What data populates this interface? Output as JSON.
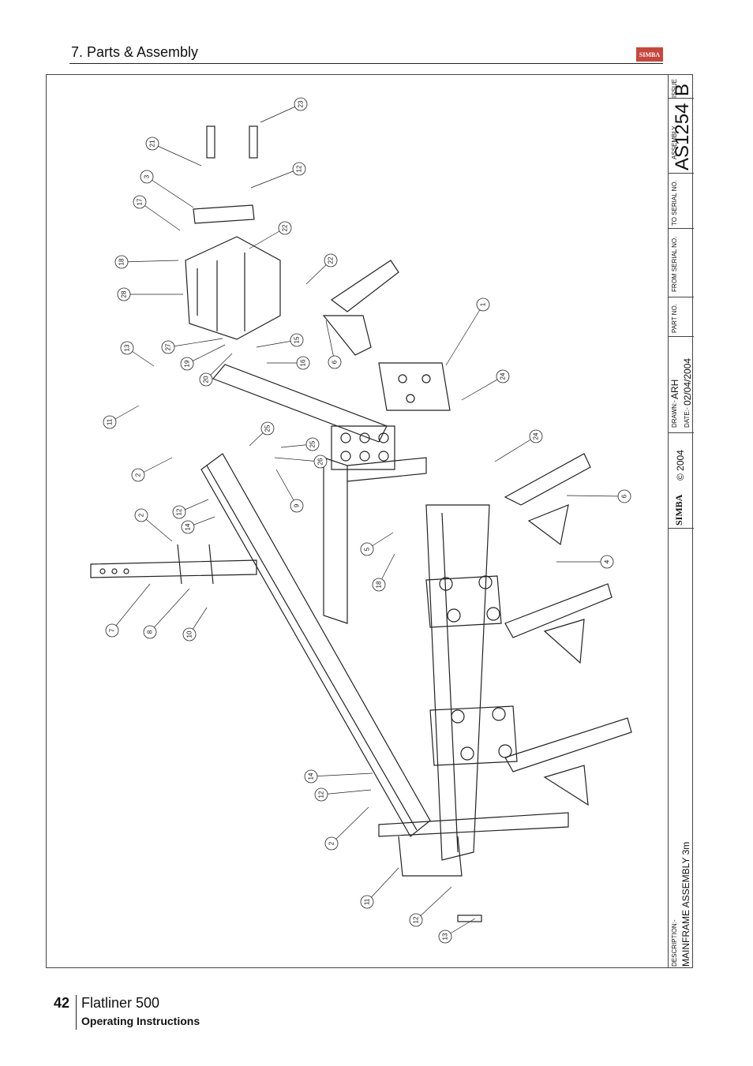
{
  "header": {
    "section_title": "7. Parts & Assembly",
    "logo_text": "SIMBA"
  },
  "title_block": {
    "issue_label": "ISSUE",
    "issue_value": "B",
    "assembly_label": "ASSEMBLY",
    "assembly_value": "AS1254",
    "to_serial_label": "TO SERIAL NO.",
    "from_serial_label": "FROM SERIAL NO.",
    "part_no_label": "PART NO.",
    "drawn_label": "DRAWN:-",
    "drawn_value": "ARH",
    "date_label": "DATE:-",
    "date_value": "02/04/2004",
    "logo_text": "SIMBA",
    "copyright": "© 2004",
    "description_label": "DESCRIPTION:-",
    "description_value": "MAINFRAME ASSEMBLY 3m"
  },
  "callouts": [
    {
      "label": "23"
    },
    {
      "label": "21"
    },
    {
      "label": "12"
    },
    {
      "label": "3"
    },
    {
      "label": "17"
    },
    {
      "label": "22"
    },
    {
      "label": "18"
    },
    {
      "label": "22"
    },
    {
      "label": "28"
    },
    {
      "label": "1"
    },
    {
      "label": "27"
    },
    {
      "label": "15"
    },
    {
      "label": "13"
    },
    {
      "label": "19"
    },
    {
      "label": "16"
    },
    {
      "label": "6"
    },
    {
      "label": "20"
    },
    {
      "label": "24"
    },
    {
      "label": "11"
    },
    {
      "label": "25"
    },
    {
      "label": "25"
    },
    {
      "label": "26"
    },
    {
      "label": "24"
    },
    {
      "label": "2"
    },
    {
      "label": "9"
    },
    {
      "label": "12"
    },
    {
      "label": "6"
    },
    {
      "label": "2"
    },
    {
      "label": "14"
    },
    {
      "label": "5"
    },
    {
      "label": "4"
    },
    {
      "label": "18"
    },
    {
      "label": "7"
    },
    {
      "label": "8"
    },
    {
      "label": "10"
    },
    {
      "label": "14"
    },
    {
      "label": "12"
    },
    {
      "label": "2"
    },
    {
      "label": "11"
    },
    {
      "label": "12"
    },
    {
      "label": "13"
    }
  ],
  "footer": {
    "page_number": "42",
    "product": "Flatliner 500",
    "subtitle": "Operating Instructions"
  }
}
